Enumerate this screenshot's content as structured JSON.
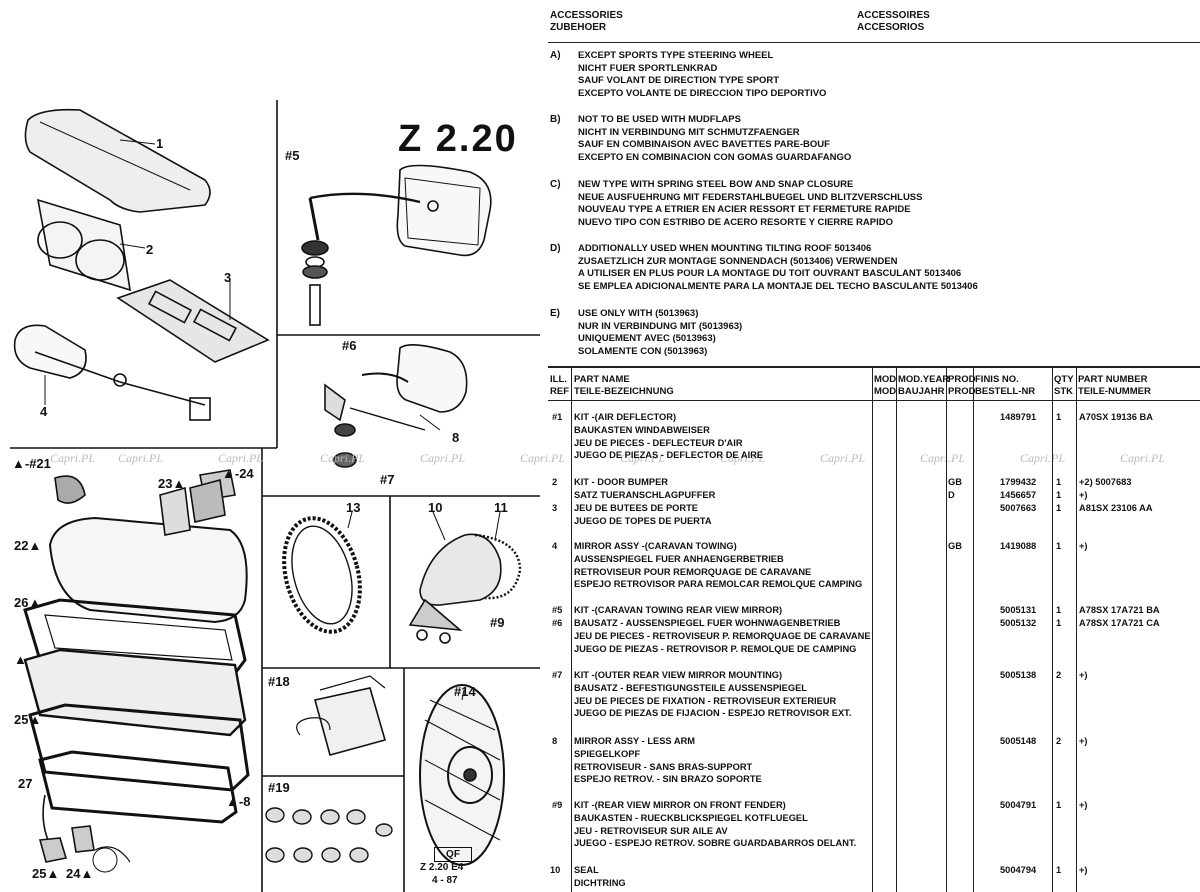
{
  "header": {
    "en": "ACCESSORIES",
    "de": "ZUBEHOER",
    "fr": "ACCESSOIRES",
    "es": "ACCESORIOS"
  },
  "diagram": {
    "page_code": "Z 2.20",
    "callouts": [
      "1",
      "2",
      "3",
      "4",
      "#5",
      "#6",
      "8",
      "#7",
      "13",
      "10",
      "11",
      "#9",
      "#18",
      "#14",
      "#19",
      "▲-#21",
      "22▲",
      "23▲",
      "▲-24",
      "26▲",
      "▲",
      "25▲",
      "27",
      "▲-8",
      "24▲",
      "25▲"
    ],
    "ref_box": "QF",
    "ref_line1": "Z 2.20 E4",
    "ref_line2": "4 - 87",
    "watermark": "Capri.PL"
  },
  "conditions": [
    {
      "letter": "A)",
      "lines": [
        "EXCEPT SPORTS TYPE STEERING WHEEL",
        "NICHT FUER SPORTLENKRAD",
        "SAUF VOLANT DE DIRECTION TYPE SPORT",
        "EXCEPTO VOLANTE DE DIRECCION TIPO DEPORTIVO"
      ]
    },
    {
      "letter": "B)",
      "lines": [
        "NOT TO BE USED WITH MUDFLAPS",
        "NICHT IN VERBINDUNG MIT SCHMUTZFAENGER",
        "SAUF EN COMBINAISON AVEC BAVETTES PARE-BOUF",
        "EXCEPTO EN COMBINACION CON GOMAS GUARDAFANGO"
      ]
    },
    {
      "letter": "C)",
      "lines": [
        "NEW TYPE WITH SPRING STEEL BOW AND SNAP CLOSURE",
        "NEUE AUSFUEHRUNG MIT FEDERSTAHLBUEGEL UND BLITZVERSCHLUSS",
        "NOUVEAU TYPE A ETRIER EN ACIER RESSORT ET FERMETURE RAPIDE",
        "NUEVO TIPO CON ESTRIBO DE ACERO RESORTE Y CIERRE RAPIDO"
      ]
    },
    {
      "letter": "D)",
      "lines": [
        "ADDITIONALLY USED WHEN MOUNTING TILTING ROOF 5013406",
        "ZUSAETZLICH ZUR MONTAGE SONNENDACH (5013406) VERWENDEN",
        "A UTILISER EN PLUS POUR LA MONTAGE DU TOIT OUVRANT BASCULANT 5013406",
        "SE EMPLEA ADICIONALMENTE PARA LA MONTAJE DEL TECHO BASCULANTE 5013406"
      ]
    },
    {
      "letter": "E)",
      "lines": [
        "USE ONLY WITH (5013963)",
        "NUR IN VERBINDUNG MIT (5013963)",
        "UNIQUEMENT AVEC (5013963)",
        "SOLAMENTE CON (5013963)"
      ]
    }
  ],
  "table": {
    "headers": {
      "ill": "ILL.",
      "ref": "REF",
      "part_name": "PART NAME",
      "part_name_de": "TEILE-BEZEICHNUNG",
      "mod1": "MOD",
      "mod2": "MOD",
      "modyear1": "MOD.YEAR",
      "modyear2": "BAUJAHR",
      "prod1": "PROD",
      "prod2": "PROD",
      "finis1": "FINIS NO.",
      "finis2": "BESTELL-NR",
      "qty1": "QTY",
      "qty2": "STK",
      "pn1": "PART NUMBER",
      "pn2": "TEILE-NUMMER"
    },
    "rows": [
      {
        "ref": "#1",
        "names": [
          "KIT -(AIR DEFLECTOR)",
          "BAUKASTEN WINDABWEISER",
          "JEU DE PIECES - DEFLECTEUR D'AIR",
          "JUEGO DE PIEZAS - DEFLECTOR DE AIRE"
        ],
        "prod": "",
        "finis": "1489791",
        "qty": "1",
        "pn": "A70SX 19136 BA"
      },
      {
        "ref": "2",
        "names": [
          "KIT - DOOR BUMPER",
          "SATZ TUERANSCHLAGPUFFER"
        ],
        "prod": "GB",
        "prod2": "D",
        "finis": "1799432",
        "finis2": "1456657",
        "qty": "1",
        "qty2": "1",
        "pn": "+2) 5007683",
        "pn2": "+)"
      },
      {
        "ref": "3",
        "names": [
          "JEU DE BUTEES DE PORTE",
          "JUEGO DE TOPES DE PUERTA"
        ],
        "prod": "",
        "finis": "5007663",
        "qty": "1",
        "pn": "A81SX 23106 AA"
      },
      {
        "ref": "4",
        "names": [
          "MIRROR ASSY -(CARAVAN TOWING)",
          "AUSSENSPIEGEL FUER ANHAENGERBETRIEB",
          "RETROVISEUR POUR REMORQUAGE DE CARAVANE",
          "ESPEJO RETROVISOR PARA REMOLCAR REMOLQUE CAMPING"
        ],
        "prod": "GB",
        "finis": "1419088",
        "qty": "1",
        "pn": "+)"
      },
      {
        "ref": "#5",
        "names": [
          "KIT -(CARAVAN TOWING REAR VIEW MIRROR)"
        ],
        "prod": "",
        "finis": "5005131",
        "qty": "1",
        "pn": "A78SX 17A721 BA"
      },
      {
        "ref": "#6",
        "names": [
          "BAUSATZ - AUSSENSPIEGEL FUER WOHNWAGENBETRIEB",
          "JEU DE PIECES - RETROVISEUR P. REMORQUAGE DE CARAVANE",
          "JUEGO DE PIEZAS - RETROVISOR P. REMOLQUE DE CAMPING"
        ],
        "prod": "",
        "finis": "5005132",
        "qty": "1",
        "pn": "A78SX 17A721 CA"
      },
      {
        "ref": "#7",
        "names": [
          "KIT -(OUTER REAR VIEW MIRROR MOUNTING)",
          "BAUSATZ - BEFESTIGUNGSTEILE AUSSENSPIEGEL",
          "JEU DE PIECES DE FIXATION - RETROVISEUR EXTERIEUR",
          "JUEGO DE PIEZAS DE FIJACION - ESPEJO RETROVISOR EXT."
        ],
        "prod": "",
        "finis": "5005138",
        "qty": "2",
        "pn": "+)"
      },
      {
        "ref": "8",
        "names": [
          "MIRROR ASSY - LESS ARM",
          "SPIEGELKOPF",
          "RETROVISEUR - SANS BRAS-SUPPORT",
          "ESPEJO RETROV. - SIN BRAZO SOPORTE"
        ],
        "prod": "",
        "finis": "5005148",
        "qty": "2",
        "pn": "+)"
      },
      {
        "ref": "#9",
        "names": [
          "KIT -(REAR VIEW MIRROR ON FRONT FENDER)",
          "BAUKASTEN - RUECKBLICKSPIEGEL KOTFLUEGEL",
          "JEU - RETROVISEUR SUR AILE AV",
          "JUEGO - ESPEJO RETROV. SOBRE GUARDABARROS DELANT."
        ],
        "prod": "",
        "finis": "5004791",
        "qty": "1",
        "pn": "+)"
      },
      {
        "ref": "10",
        "names": [
          "SEAL",
          "DICHTRING"
        ],
        "prod": "",
        "finis": "5004794",
        "qty": "1",
        "pn": "+)"
      }
    ]
  }
}
